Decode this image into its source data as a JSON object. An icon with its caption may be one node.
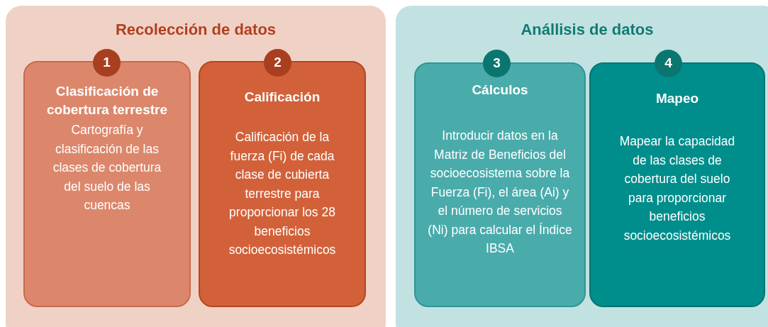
{
  "diagram": {
    "nodes": [
      {
        "text": [
          "Recolección de datos"
        ]
      },
      {
        "text": [
          "1"
        ],
        "in": 0
      },
      {
        "text": [
          "Clasificación de cobertura terrestre",
          "Cartografía y clasificación de las clases de cobertura del suelo de las cuencas"
        ],
        "in": 0
      },
      {
        "text": [
          "2"
        ],
        "in": 0
      },
      {
        "text": [
          "Calificación",
          "Calificación de la fuerza (Fi) de cada clase de cubierta terrestre para proporcionar los 28 beneficios socioecosistémicos"
        ],
        "in": 0
      },
      {
        "text": [
          "Anállisis de datos"
        ]
      },
      {
        "text": [
          "3"
        ],
        "in": 5
      },
      {
        "text": [
          "Cálculos",
          "Introducir datos en la Matriz de Beneficios del socioecosistema sobre la Fuerza (Fi), el área (Ai) y el número de servicios (Ni) para calcular el Índice IBSA"
        ],
        "in": 5
      },
      {
        "text": [
          "4"
        ],
        "in": 5
      },
      {
        "text": [
          "Mapeo",
          "Mapear la capacidad de las clases de cobertura del suelo para proporcionar beneficios socioecosistémicos"
        ],
        "in": 5
      }
    ]
  }
}
